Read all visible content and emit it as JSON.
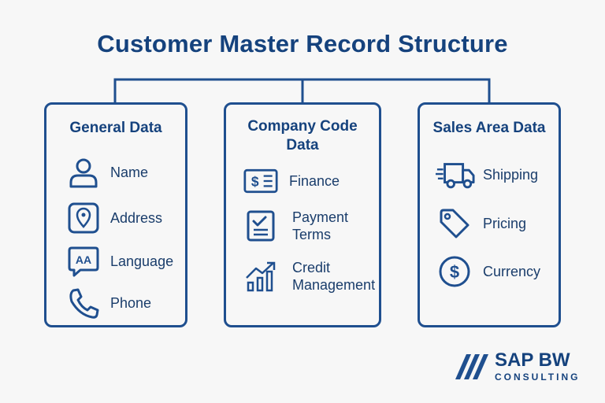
{
  "title": "Customer Master Record Structure",
  "cards": [
    {
      "title": "General Data",
      "items": [
        {
          "label": "Name",
          "icon": "person-icon"
        },
        {
          "label": "Address",
          "icon": "location-pin-icon"
        },
        {
          "label": "Language",
          "icon": "language-icon",
          "icon_text": "AA"
        },
        {
          "label": "Phone",
          "icon": "phone-icon"
        }
      ]
    },
    {
      "title_line1": "Company Code",
      "title_line2": "Data",
      "items": [
        {
          "label": "Finance",
          "icon": "money-card-icon",
          "icon_text": "$"
        },
        {
          "label_line1": "Payment",
          "label_line2": "Terms",
          "icon": "checklist-icon"
        },
        {
          "label_line1": "Credit",
          "label_line2": "Management",
          "icon": "growth-chart-icon"
        }
      ]
    },
    {
      "title": "Sales Area Data",
      "items": [
        {
          "label": "Shipping",
          "icon": "truck-icon"
        },
        {
          "label": "Pricing",
          "icon": "price-tag-icon"
        },
        {
          "label": "Currency",
          "icon": "dollar-coin-icon",
          "icon_text": "$"
        }
      ]
    }
  ],
  "logo": {
    "name": "SAP BW",
    "tagline": "CONSULTING"
  },
  "colors": {
    "primary": "#1f4f8f",
    "title": "#15427d",
    "background": "#f7f7f7"
  }
}
